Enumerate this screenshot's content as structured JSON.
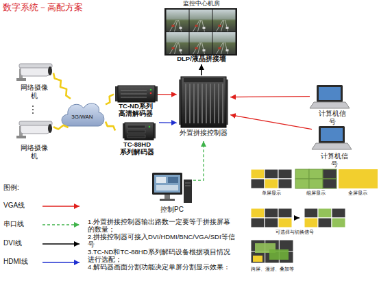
{
  "diagram": {
    "title": "数字系统－高配方案",
    "nodes": [
      {
        "text": [
          "监控中心机房",
          "DLP/液晶拼接墙"
        ]
      },
      {
        "text": [
          "网络摄像机"
        ]
      },
      {
        "text": [
          "网络摄像机"
        ]
      },
      {
        "text": [
          "3G/WAN"
        ]
      },
      {
        "text": [
          "TC-ND系列 高清解码器"
        ]
      },
      {
        "text": [
          "TC-88HD 系列解码器"
        ]
      },
      {
        "text": [
          "外置拼接控制器"
        ]
      },
      {
        "text": [
          "计算机信号"
        ]
      },
      {
        "text": [
          "计算机信号"
        ]
      },
      {
        "text": [
          "控制PC"
        ]
      }
    ],
    "edges": [
      {
        "from": 1,
        "to": 3,
        "arrow": "none"
      },
      {
        "from": 2,
        "to": 3,
        "arrow": "none"
      },
      {
        "from": 3,
        "to": 4,
        "arrow": "none"
      },
      {
        "from": 3,
        "to": 5,
        "arrow": "none"
      },
      {
        "from": 4,
        "to": 6,
        "arrow": "to"
      },
      {
        "from": 5,
        "to": 6,
        "arrow": "to"
      },
      {
        "from": 6,
        "to": 0,
        "arrow": "to"
      },
      {
        "from": 7,
        "to": 6,
        "arrow": "to"
      },
      {
        "from": 8,
        "to": 6,
        "arrow": "to"
      },
      {
        "from": 9,
        "to": 6,
        "arrow": "to"
      }
    ],
    "labels": [
      "图例:",
      "1.外置拼接控制器输出路数一定要等于拼接屏幕的数量；",
      "2.拼接控制器可接入DVI/HDMI/BNC/VGA/SDI等信号",
      "3.TC-ND和TC-88HD系列解码设备根据项目情况进行选配；",
      "4.解码器画面分割功能决定单屏分割显示效果：",
      "单屏显示",
      "组屏显示",
      "全屏显示",
      "可选择与切换信号",
      "跨屏、漫游、叠加等"
    ],
    "legend": [
      {
        "text": "VGA线"
      },
      {
        "text": "串口线"
      },
      {
        "text": "DVI线"
      },
      {
        "text": "HDMI线"
      }
    ]
  }
}
